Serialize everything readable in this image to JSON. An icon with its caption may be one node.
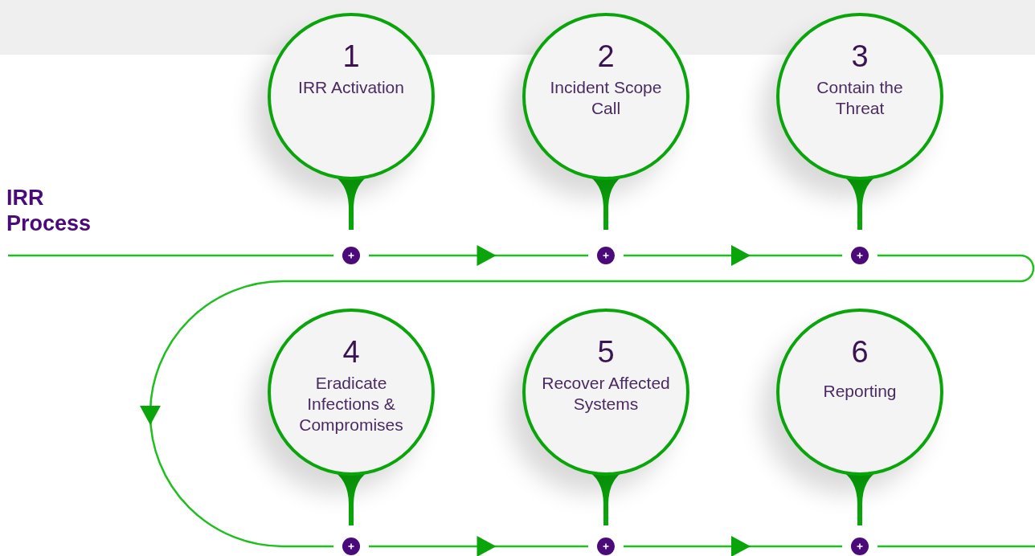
{
  "diagram": {
    "nodes": [
      {
        "text": [
          "1",
          "IRR Activation"
        ]
      },
      {
        "text": [
          "2",
          "Incident Scope Call"
        ]
      },
      {
        "text": [
          "3",
          "Contain the Threat"
        ]
      },
      {
        "text": [
          "4",
          "Eradicate Infections & Compromises"
        ]
      },
      {
        "text": [
          "5",
          "Recover Affected Systems"
        ]
      },
      {
        "text": [
          "6",
          "Reporting"
        ]
      },
      {
        "text": [],
        "shape": "circle"
      },
      {
        "text": [],
        "shape": "circle"
      },
      {
        "text": [],
        "shape": "circle"
      },
      {
        "text": [],
        "shape": "circle"
      },
      {
        "text": [],
        "shape": "circle"
      },
      {
        "text": [],
        "shape": "circle"
      }
    ],
    "edges": [
      {
        "from": null,
        "to": 6,
        "arrow": "none"
      },
      {
        "from": 6,
        "to": 7,
        "arrow": "to"
      },
      {
        "from": 7,
        "to": 8,
        "arrow": "to"
      },
      {
        "from": 8,
        "to": 9,
        "arrow": "to"
      },
      {
        "from": 9,
        "to": 10,
        "arrow": "to"
      },
      {
        "from": 10,
        "to": 11,
        "arrow": "to"
      },
      {
        "from": 11,
        "to": null,
        "arrow": "none"
      }
    ],
    "labels": [
      "IRR Process"
    ]
  }
}
